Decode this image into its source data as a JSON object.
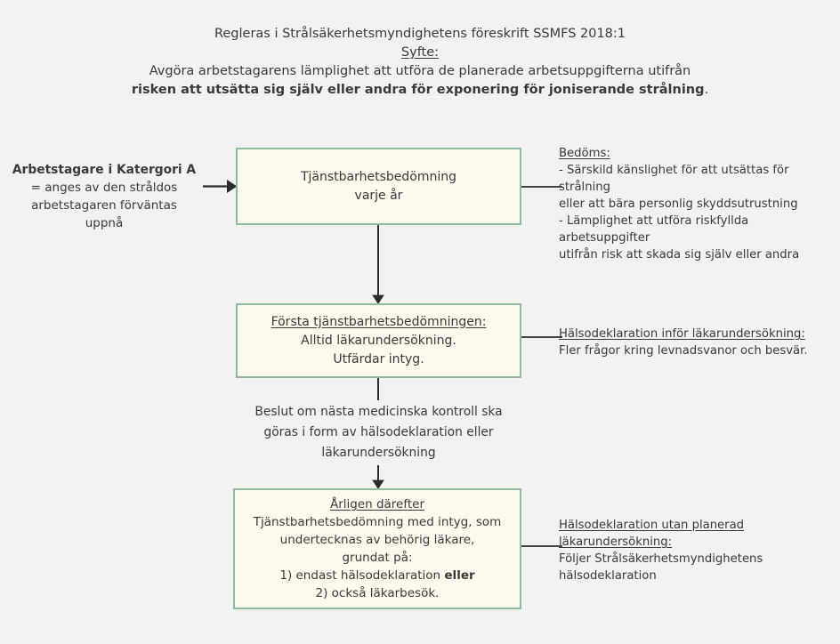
{
  "header": {
    "regulation": "Regleras i Strålsäkerhetsmyndighetens föreskrift SSMFS 2018:1",
    "purpose_label": "Syfte:",
    "purpose_line1": "Avgöra arbetstagarens lämplighet att utföra de planerade arbetsuppgifterna utifrån",
    "purpose_line2_bold": "risken att utsätta sig själv eller andra för exponering för joniserande strålning",
    "purpose_line2_end": "."
  },
  "source": {
    "title": "Arbetstagare i Katergori A",
    "line1": "= anges av den stråldos",
    "line2": "arbetstagaren förväntas uppnå"
  },
  "boxes": [
    {
      "id": "box-1",
      "lines": [
        {
          "text": "Tjänstbarhetsbedömning",
          "style": "normal"
        },
        {
          "text": "varje år",
          "style": "normal"
        }
      ]
    },
    {
      "id": "box-2",
      "lines": [
        {
          "text": "Första tjänstbarhetsbedömningen:",
          "style": "underline"
        },
        {
          "text": "Alltid läkarundersökning.",
          "style": "normal"
        },
        {
          "text": "Utfärdar intyg.",
          "style": "normal"
        }
      ]
    },
    {
      "id": "box-3",
      "lines": [
        {
          "text": "Årligen därefter",
          "style": "underline"
        },
        {
          "text": "Tjänstbarhetsbedömning med intyg, som",
          "style": "normal"
        },
        {
          "text": "undertecknas av behörig läkare,",
          "style": "normal"
        },
        {
          "text": "grundat på:",
          "style": "normal"
        },
        {
          "text": "1) endast hälsodeklaration ",
          "style": "normal",
          "bold_suffix": "eller"
        },
        {
          "text": "2)  också läkarbesök.",
          "style": "normal"
        }
      ]
    }
  ],
  "mid_caption": {
    "line1": "Beslut om nästa medicinska kontroll ska",
    "line2": "göras i form av hälsodeklaration eller",
    "line3": "läkarundersökning"
  },
  "annotations": [
    {
      "id": "ann-1",
      "head": "Bedöms: ",
      "lines": [
        "- Särskild känslighet för att utsättas för strålning",
        "eller att bära personlig skyddsutrustning",
        "- Lämplighet att utföra riskfyllda arbetsuppgifter",
        "utifrån risk att skada sig själv eller andra"
      ]
    },
    {
      "id": "ann-2",
      "head": "Hälsodeklaration inför läkarundersökning:",
      "lines": [
        "Fler frågor kring levnadsvanor och besvär."
      ]
    },
    {
      "id": "ann-3",
      "head": "Hälsodeklaration utan planerad ",
      "head2": "läkarundersökning:",
      "lines": [
        "Följer Strålsäkerhetsmyndighetens",
        "hälsodeklaration"
      ]
    }
  ],
  "colors": {
    "background": "#f2f2f2",
    "box_fill": "#fdfaed",
    "box_border": "#8fbc9a",
    "text": "#3a3a3a",
    "connector": "#2b2b2b"
  }
}
